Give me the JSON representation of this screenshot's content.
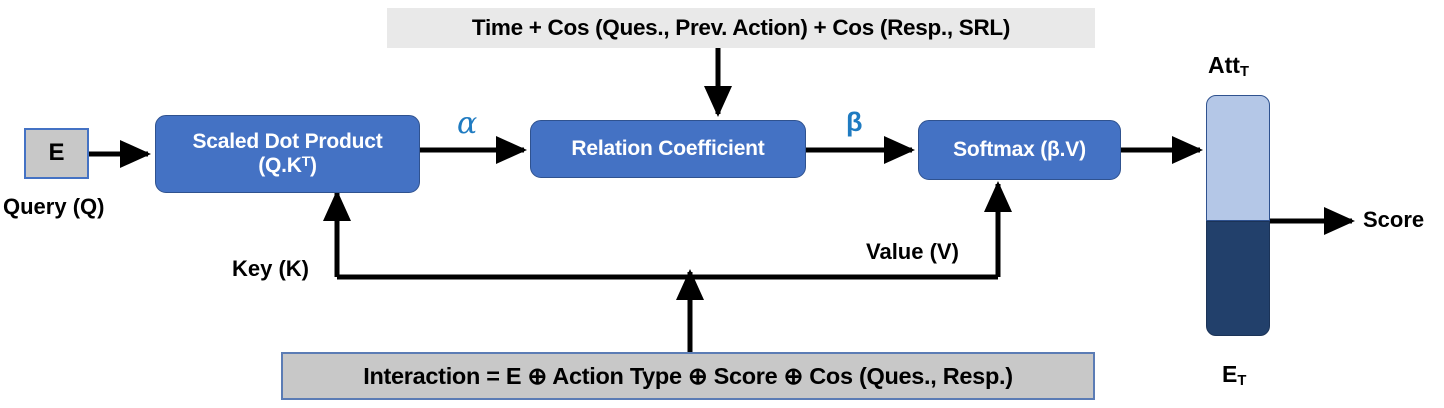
{
  "diagram": {
    "title": "Attention mechanism block diagram",
    "colors": {
      "blue_box": "#4472C4",
      "blue_border": "#2F528F",
      "light_blue": "#B4C7E7",
      "dark_navy": "#22406B",
      "gray_fill": "#C8C8C8",
      "light_gray_fill": "#E9E9E9",
      "greek_blue": "#1F7BC1",
      "arrow": "#000000",
      "background": "#FFFFFF"
    }
  },
  "nodes": {
    "top_context": {
      "label": "Time + Cos (Ques., Prev. Action) + Cos (Resp., SRL)",
      "style": "light-gray"
    },
    "embedding": {
      "label": "E",
      "style": "gray-blue-border"
    },
    "scaled_dot_product": {
      "line1": "Scaled Dot Product",
      "line2_prefix": "(Q.K",
      "line2_sup": "T",
      "line2_suffix": ")",
      "style": "blue"
    },
    "relation_coefficient": {
      "label": "Relation Coefficient",
      "style": "blue"
    },
    "softmax": {
      "label": "Softmax (β.V)",
      "style": "blue"
    },
    "attention_bar_top": {
      "label_prefix": "Att",
      "label_sub": "T",
      "style": "light-blue"
    },
    "attention_bar_bottom": {
      "label_prefix": "E",
      "label_sub": "T",
      "style": "dark-navy"
    },
    "interaction": {
      "label": "Interaction = E ⊕ Action Type ⊕ Score ⊕ Cos (Ques., Resp.)",
      "style": "gray-bordered"
    }
  },
  "labels": {
    "query": "Query (Q)",
    "key": "Key (K)",
    "value": "Value (V)",
    "score": "Score",
    "alpha": "α",
    "beta": "β",
    "att_t_prefix": "Att",
    "att_t_sub": "T",
    "e_t_prefix": "E",
    "e_t_sub": "T"
  },
  "edges": [
    {
      "name": "embedding-to-scaled-dot-product",
      "from": "embedding",
      "to": "scaled_dot_product",
      "label": ""
    },
    {
      "name": "scaled-dot-product-to-relation-coefficient",
      "from": "scaled_dot_product",
      "to": "relation_coefficient",
      "label": "α"
    },
    {
      "name": "relation-coefficient-to-softmax",
      "from": "relation_coefficient",
      "to": "softmax",
      "label": "β"
    },
    {
      "name": "softmax-to-attention-bar",
      "from": "softmax",
      "to": "attention_bar_top",
      "label": ""
    },
    {
      "name": "top-context-to-relation-coefficient",
      "from": "top_context",
      "to": "relation_coefficient",
      "label": ""
    },
    {
      "name": "interaction-to-key-branch",
      "from": "interaction",
      "to": "scaled_dot_product",
      "label": "Key (K)"
    },
    {
      "name": "interaction-to-value-branch",
      "from": "interaction",
      "to": "softmax",
      "label": "Value (V)"
    },
    {
      "name": "attention-bar-to-score",
      "from": "attention_bar_top",
      "to": "score",
      "label": "Score"
    }
  ]
}
